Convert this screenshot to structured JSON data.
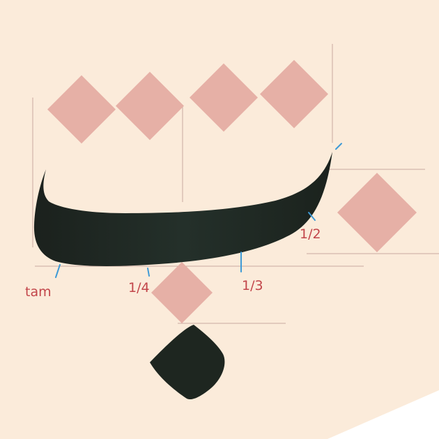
{
  "colors": {
    "background": "#fbebda",
    "paper_edge": "#ffffff",
    "guide_line": "#c9a9a0",
    "dot_fill": "#e6b0a6",
    "ink": "#1e2620",
    "label_red": "#c2454a",
    "marker_blue": "#3e9ad6"
  },
  "labels": {
    "tam": "tam",
    "quarter": "1/4",
    "third": "1/3",
    "half": "1/2"
  }
}
